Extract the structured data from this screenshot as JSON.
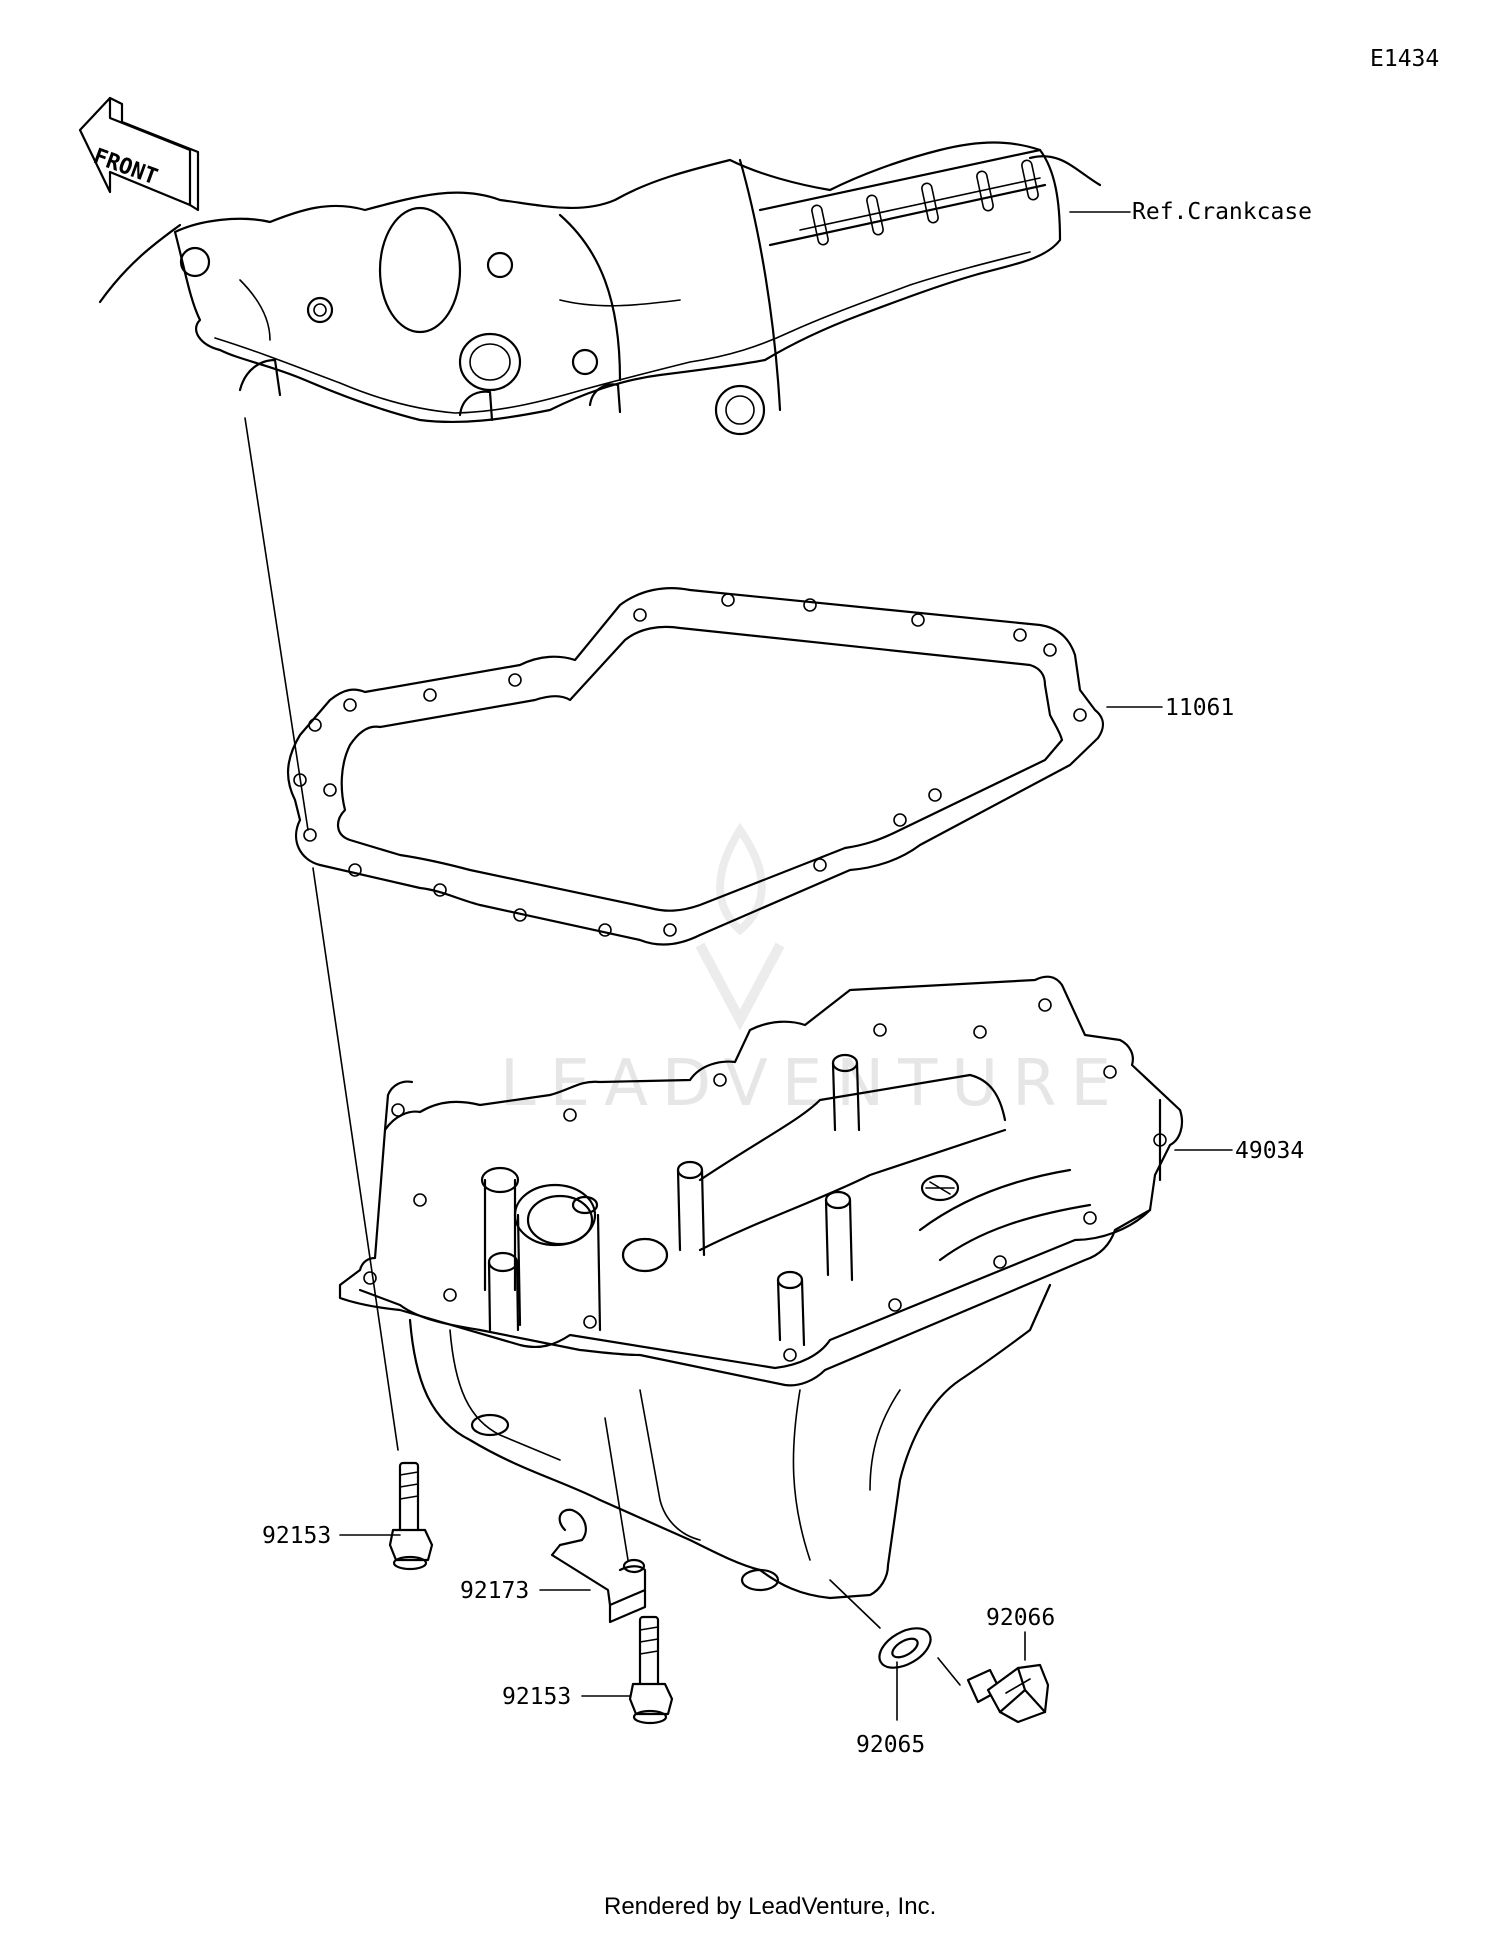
{
  "diagram": {
    "code": "E1434",
    "front_label": "FRONT",
    "watermark": "LEADVENTURE",
    "footer": "Rendered by LeadVenture, Inc.",
    "callouts": {
      "crankcase": "Ref.Crankcase",
      "gasket": "11061",
      "oil_pan": "49034",
      "bolt_upper": "92153",
      "bracket": "92173",
      "bolt_lower": "92153",
      "washer": "92065",
      "drain_plug": "92066"
    }
  }
}
